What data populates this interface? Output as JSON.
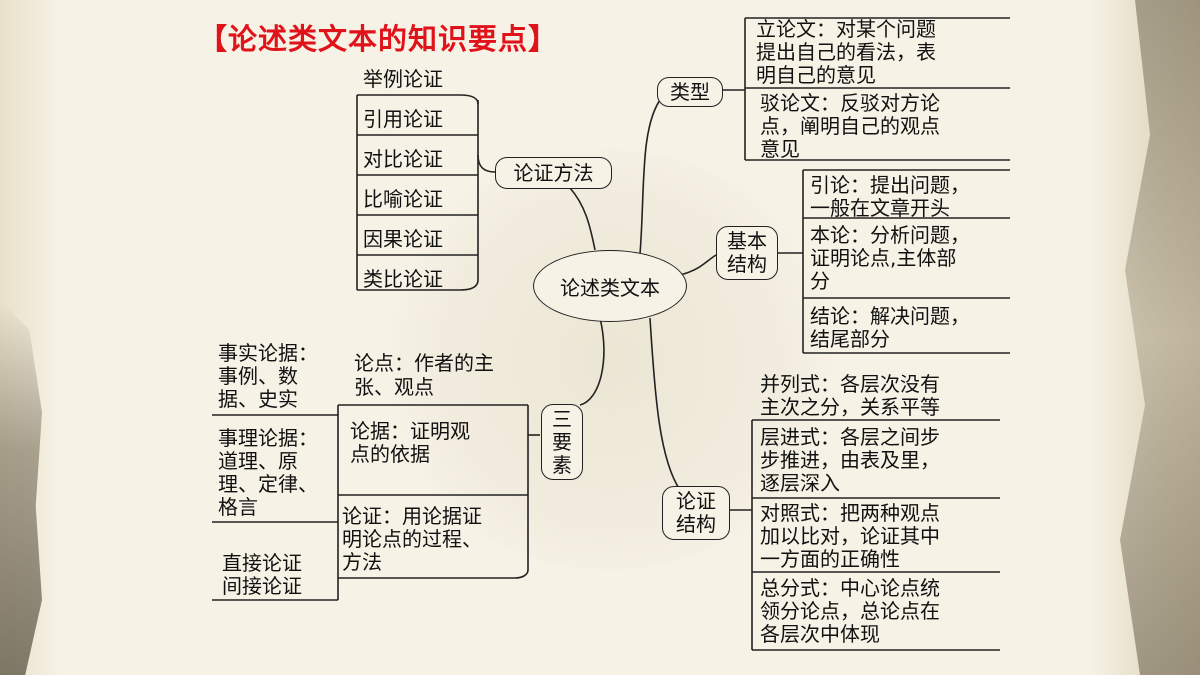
{
  "title": "【论述类文本的知识要点】",
  "center": "论述类文本",
  "branches": {
    "methods": {
      "label": "论证方法",
      "items": [
        "举例论证",
        "引用论证",
        "对比论证",
        "比喻论证",
        "因果论证",
        "类比论证"
      ]
    },
    "types": {
      "label": "类型",
      "items": [
        [
          "立论文：对某个问题",
          "提出自己的看法，表",
          "明自己的意见"
        ],
        [
          "驳论文：反驳对方论",
          "点，阐明自己的观点",
          "意见"
        ]
      ]
    },
    "basic_structure": {
      "label": [
        "基本",
        "结构"
      ],
      "items": [
        [
          "引论：提出问题，",
          "一般在文章开头"
        ],
        [
          "本论：分析问题，",
          "证明论点,主体部",
          "分"
        ],
        [
          "结论：解决问题，",
          "结尾部分"
        ]
      ]
    },
    "elements": {
      "label": [
        "三",
        "要",
        "素"
      ],
      "items": [
        [
          "论点：作者的主",
          "张、观点"
        ],
        [
          "论据：证明观",
          "点的依据"
        ],
        [
          "论证：用论据证",
          "明论点的过程、",
          "方法"
        ]
      ],
      "sub_items": [
        [
          "事实论据：",
          "事例、数",
          "据、史实"
        ],
        [
          "事理论据：",
          "道理、原",
          "理、定律、",
          "格言"
        ],
        [
          "直接论证",
          "间接论证"
        ]
      ]
    },
    "argument_structure": {
      "label": [
        "论证",
        "结构"
      ],
      "items": [
        [
          "并列式：各层次没有",
          "主次之分，关系平等"
        ],
        [
          "层进式：各层之间步",
          "步推进，由表及里，",
          "逐层深入"
        ],
        [
          "对照式：把两种观点",
          "加以比对，论证其中",
          "一方面的正确性"
        ],
        [
          "总分式：中心论点统",
          "领分论点，总论点在",
          "各层次中体现"
        ]
      ]
    }
  }
}
